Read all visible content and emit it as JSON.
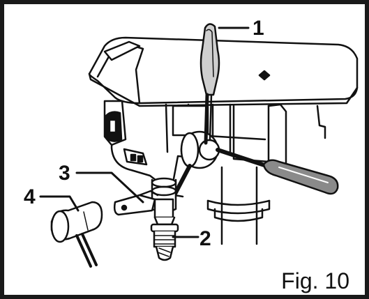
{
  "figure": {
    "caption": "Fig. 10",
    "callouts": [
      {
        "id": "1",
        "label": "1"
      },
      {
        "id": "2",
        "label": "2"
      },
      {
        "id": "3",
        "label": "3"
      },
      {
        "id": "4",
        "label": "4"
      }
    ]
  },
  "colors": {
    "ink": "#111111",
    "frame": "#1a1a1a",
    "paper": "#ffffff",
    "shade": "#cfcfcf",
    "handle_fill": "#8a8a8a"
  }
}
